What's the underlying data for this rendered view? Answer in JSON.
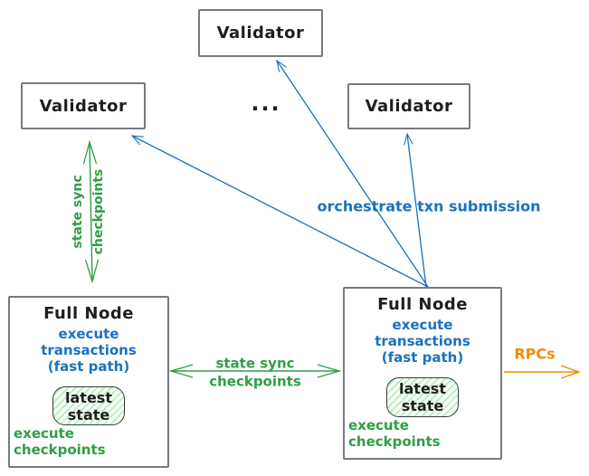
{
  "nodes": {
    "validator_top": {
      "label": "Validator"
    },
    "validator_left": {
      "label": "Validator"
    },
    "validator_right": {
      "label": "Validator"
    },
    "ellipsis": {
      "label": "..."
    },
    "full_node_left": {
      "title": "Full Node",
      "execute_transactions": "execute transactions",
      "fast_path": "(fast path)",
      "latest_state": {
        "line1": "latest",
        "line2": "state"
      },
      "execute_checkpoints": "execute checkpoints"
    },
    "full_node_right": {
      "title": "Full Node",
      "execute_transactions": "execute transactions",
      "fast_path": "(fast path)",
      "latest_state": {
        "line1": "latest",
        "line2": "state"
      },
      "execute_checkpoints": "execute checkpoints"
    }
  },
  "edges": {
    "state_sync_vertical": {
      "line1": "state sync",
      "line2": "checkpoints"
    },
    "state_sync_horizontal": {
      "line1": "state sync",
      "line2": "checkpoints"
    },
    "orchestrate": {
      "label": "orchestrate txn submission"
    },
    "rpcs": {
      "label": "RPCs"
    }
  },
  "colors": {
    "blue": "#1971c2",
    "green": "#2f9e44",
    "orange": "#f08c00",
    "ink": "#1e1e1e",
    "box_border": "#767b80",
    "state_fill_stripe": "#69db7c"
  }
}
